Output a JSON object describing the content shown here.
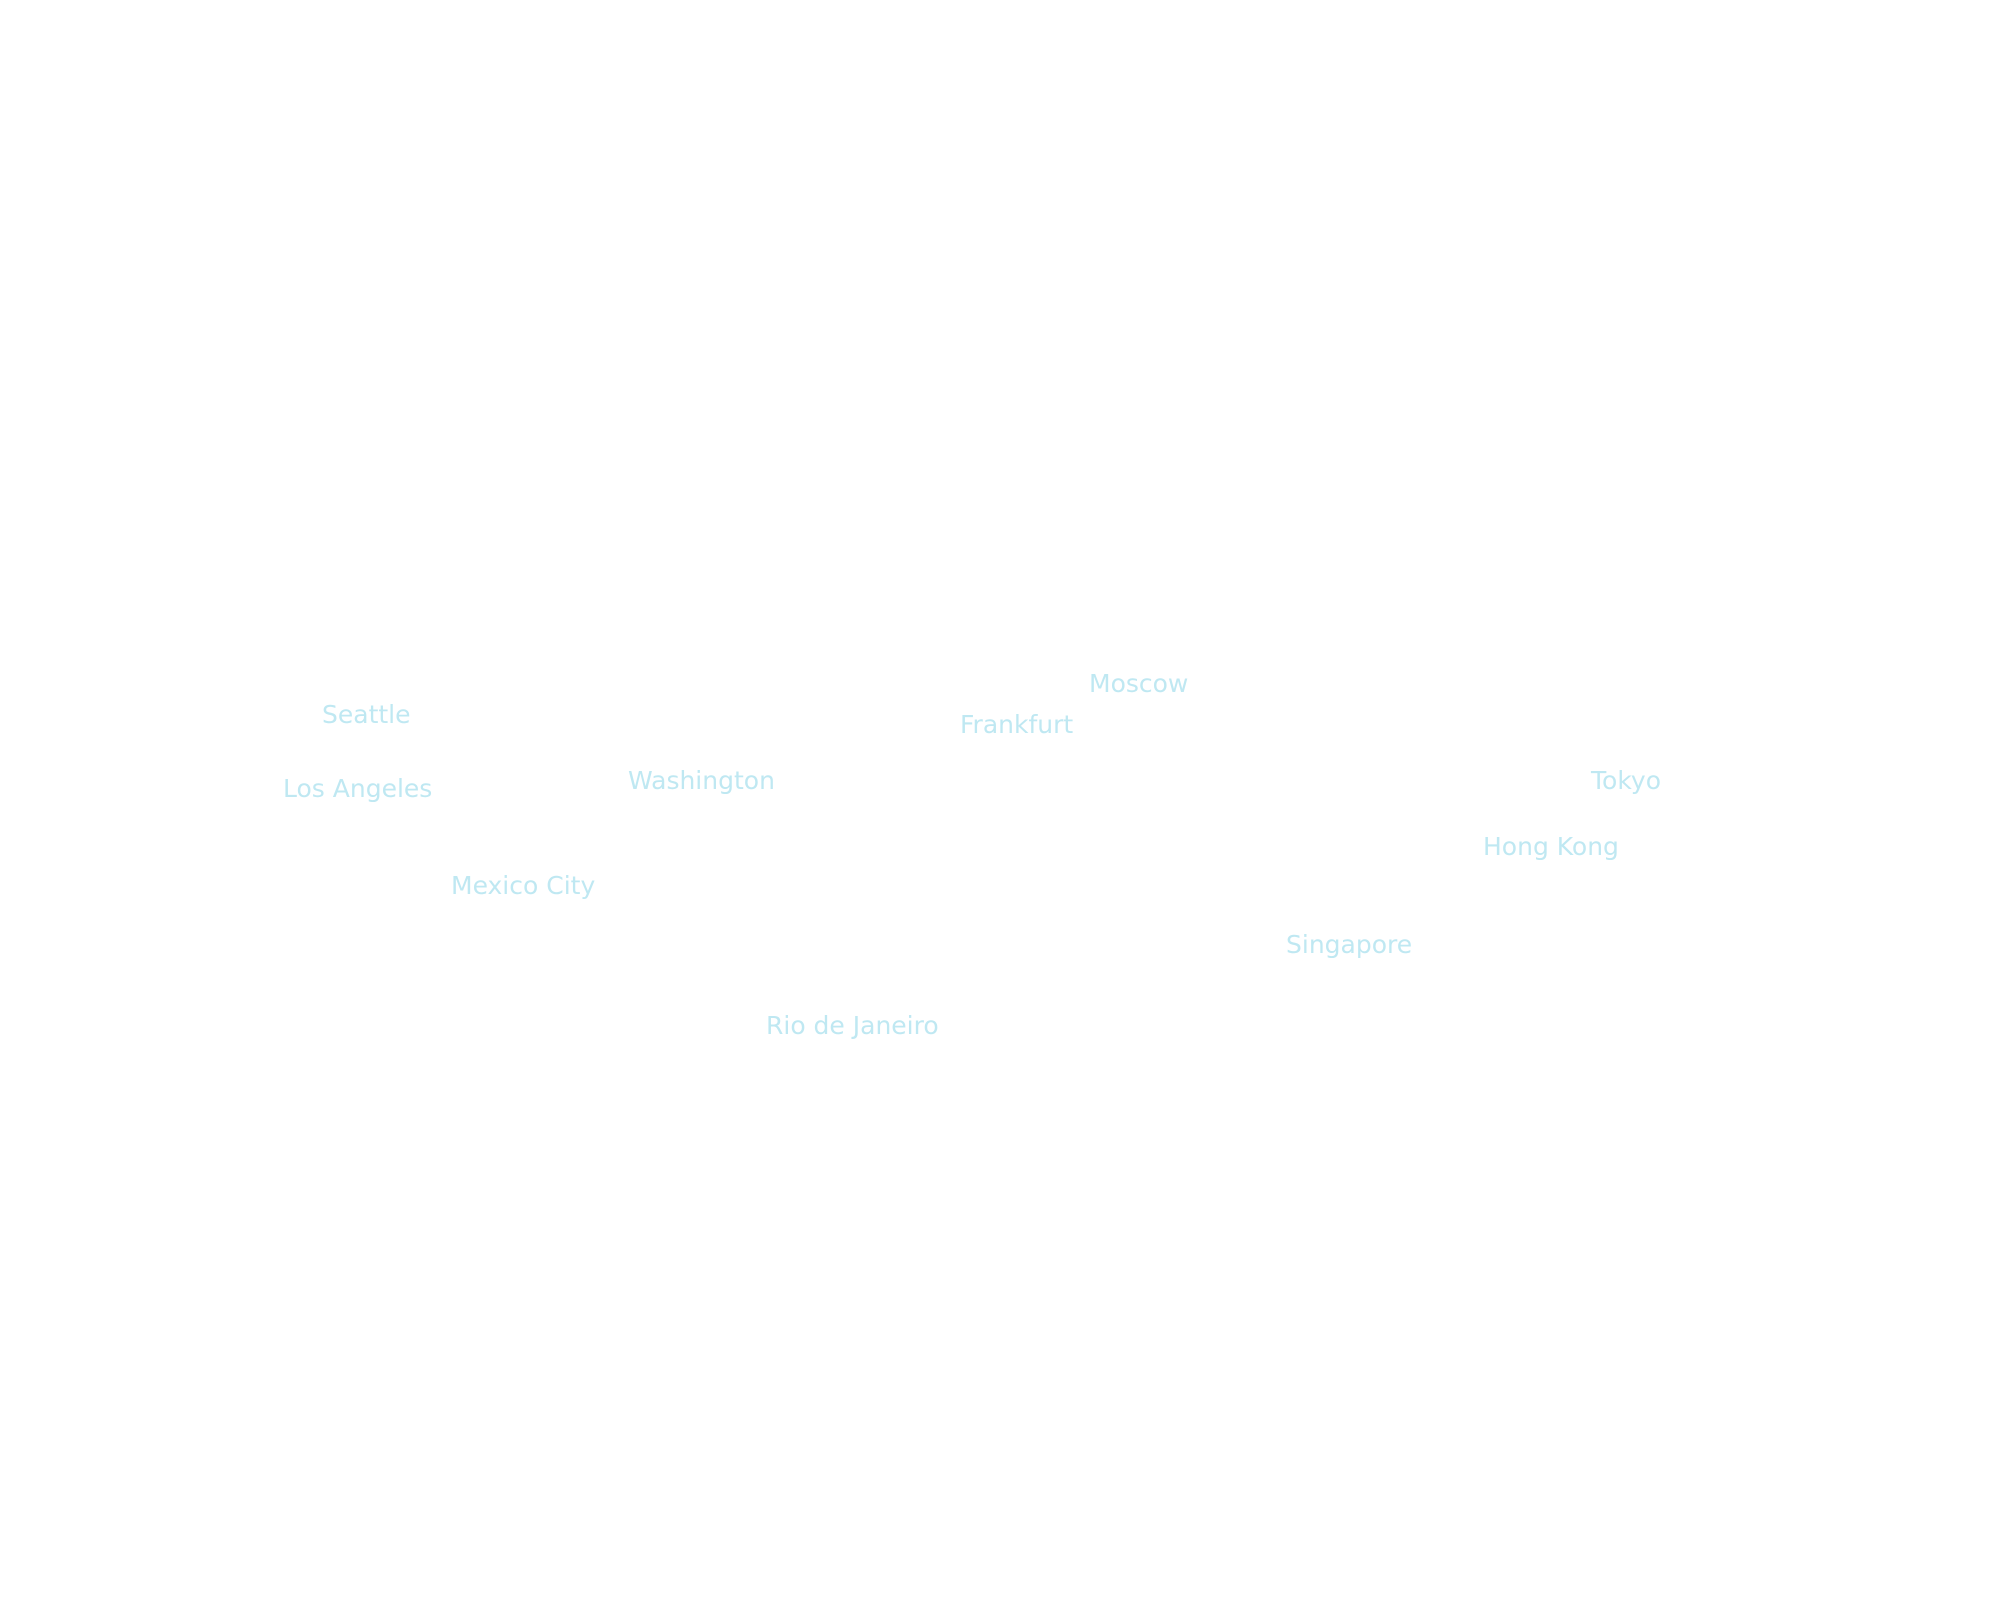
{
  "map": {
    "label_color": "#bfe8f2",
    "cities": [
      {
        "id": "seattle",
        "label": "Seattle"
      },
      {
        "id": "los-angeles",
        "label": "Los Angeles"
      },
      {
        "id": "washington",
        "label": "Washington"
      },
      {
        "id": "mexico-city",
        "label": "Mexico City"
      },
      {
        "id": "rio-de-janeiro",
        "label": "Rio de Janeiro"
      },
      {
        "id": "frankfurt",
        "label": "Frankfurt"
      },
      {
        "id": "moscow",
        "label": "Moscow"
      },
      {
        "id": "singapore",
        "label": "Singapore"
      },
      {
        "id": "hong-kong",
        "label": "Hong Kong"
      },
      {
        "id": "tokyo",
        "label": "Tokyo"
      }
    ]
  }
}
